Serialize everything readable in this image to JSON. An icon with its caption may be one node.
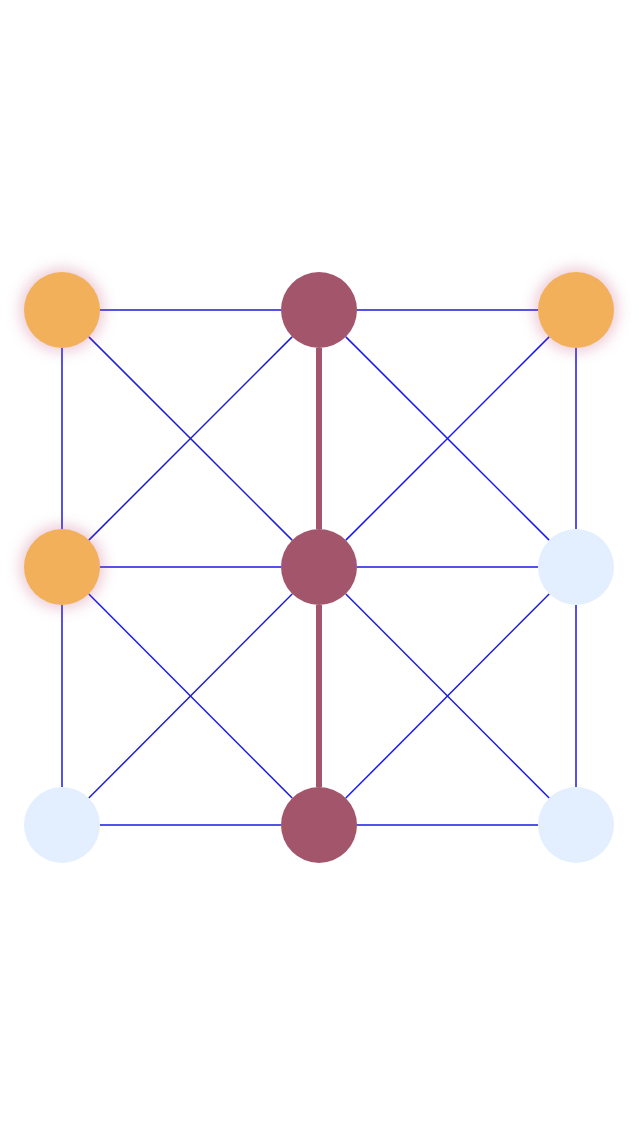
{
  "diagram": {
    "nodes": [
      {
        "text": [],
        "shape": "circle"
      },
      {
        "text": [],
        "shape": "circle"
      },
      {
        "text": [],
        "shape": "circle"
      },
      {
        "text": [],
        "shape": "circle"
      },
      {
        "text": [],
        "shape": "circle"
      },
      {
        "text": [],
        "shape": "circle"
      },
      {
        "text": [],
        "shape": "circle"
      },
      {
        "text": [],
        "shape": "circle"
      },
      {
        "text": [],
        "shape": "circle"
      }
    ],
    "edges": [
      {
        "from": 0,
        "to": 1,
        "arrow": "none"
      },
      {
        "from": 1,
        "to": 2,
        "arrow": "none"
      },
      {
        "from": 3,
        "to": 4,
        "arrow": "none"
      },
      {
        "from": 4,
        "to": 5,
        "arrow": "none"
      },
      {
        "from": 6,
        "to": 7,
        "arrow": "none"
      },
      {
        "from": 7,
        "to": 8,
        "arrow": "none"
      },
      {
        "from": 0,
        "to": 3,
        "arrow": "none"
      },
      {
        "from": 3,
        "to": 6,
        "arrow": "none"
      },
      {
        "from": 1,
        "to": 4,
        "arrow": "none",
        "style": "thick",
        "color": "#a3566b"
      },
      {
        "from": 4,
        "to": 7,
        "arrow": "none",
        "style": "thick",
        "color": "#a3566b"
      },
      {
        "from": 2,
        "to": 5,
        "arrow": "none"
      },
      {
        "from": 5,
        "to": 8,
        "arrow": "none"
      },
      {
        "from": 0,
        "to": 4,
        "arrow": "none"
      },
      {
        "from": 1,
        "to": 3,
        "arrow": "none"
      },
      {
        "from": 1,
        "to": 5,
        "arrow": "none"
      },
      {
        "from": 2,
        "to": 4,
        "arrow": "none"
      },
      {
        "from": 3,
        "to": 7,
        "arrow": "none"
      },
      {
        "from": 4,
        "to": 6,
        "arrow": "none"
      },
      {
        "from": 4,
        "to": 8,
        "arrow": "none"
      },
      {
        "from": 5,
        "to": 7,
        "arrow": "none"
      }
    ]
  }
}
